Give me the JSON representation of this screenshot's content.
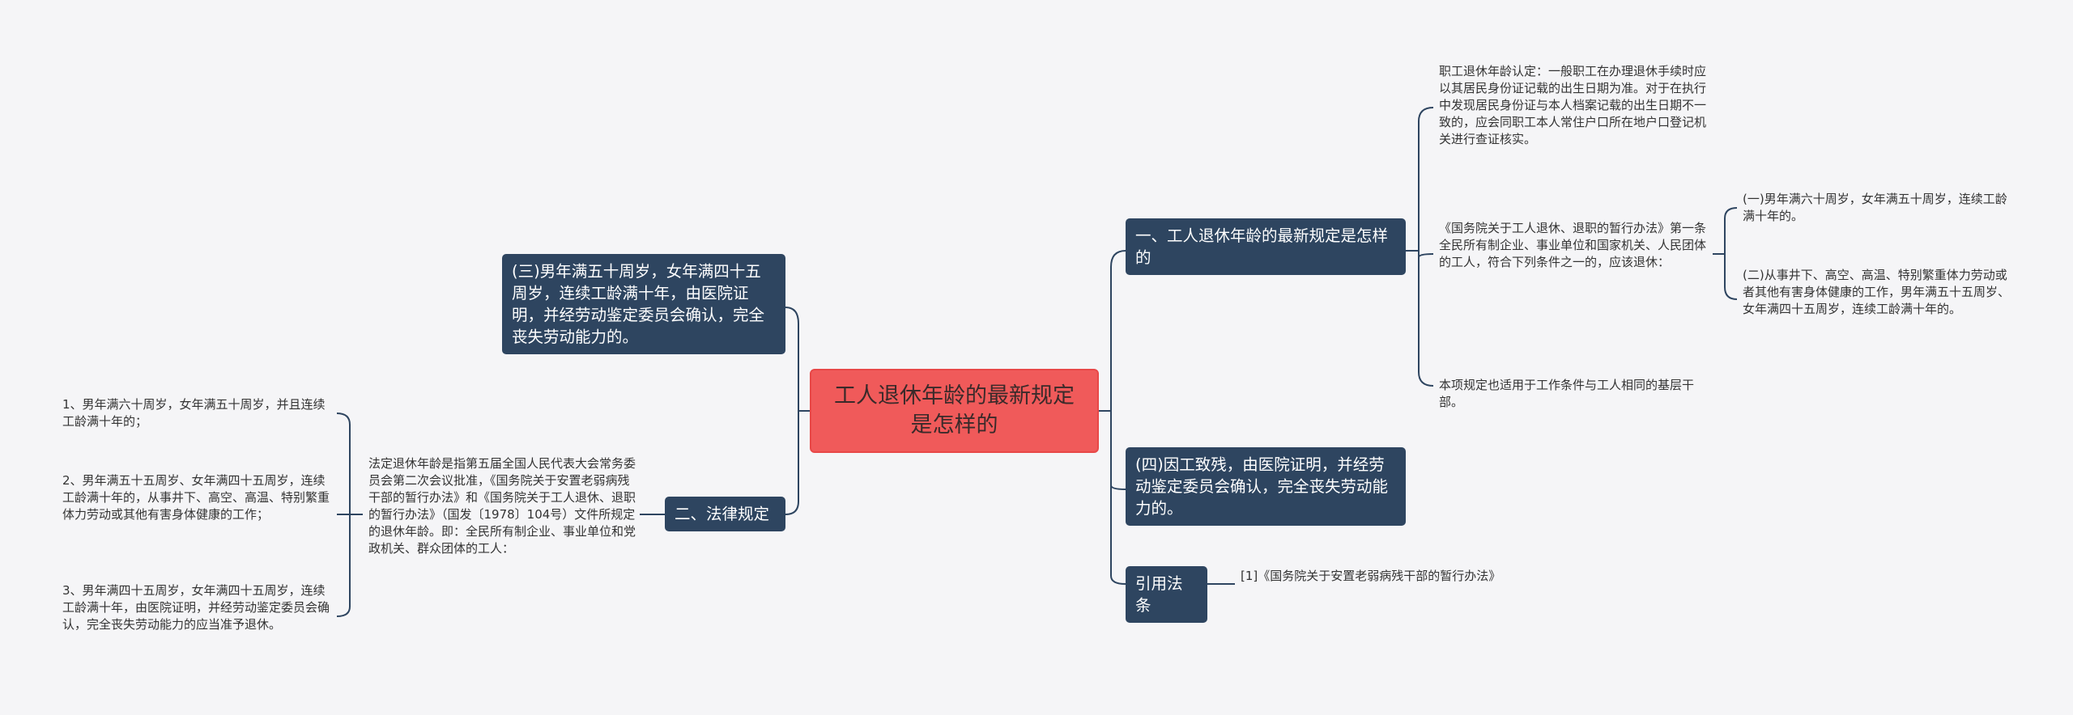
{
  "root": {
    "label": "工人退休年龄的最新规定是怎样的"
  },
  "right": {
    "b1": {
      "label": "一、工人退休年龄的最新规定是怎样的",
      "t1": "职工退休年龄认定：一般职工在办理退休手续时应以其居民身份证记载的出生日期为准。对于在执行中发现居民身份证与本人档案记载的出生日期不一致的，应会同职工本人常住户口所在地户口登记机关进行查证核实。",
      "t2": "《国务院关于工人退休、退职的暂行办法》第一条 全民所有制企业、事业单位和国家机关、人民团体的工人，符合下列条件之一的，应该退休：",
      "t2a": "(一)男年满六十周岁，女年满五十周岁，连续工龄满十年的。",
      "t2b": "(二)从事井下、高空、高温、特别繁重体力劳动或者其他有害身体健康的工作，男年满五十五周岁、女年满四十五周岁，连续工龄满十年的。",
      "t3": "本项规定也适用于工作条件与工人相同的基层干部。"
    },
    "b2": {
      "label": "(四)因工致残，由医院证明，并经劳动鉴定委员会确认，完全丧失劳动能力的。"
    },
    "b3": {
      "label": "引用法条",
      "t1": "[1]《国务院关于安置老弱病残干部的暂行办法》"
    }
  },
  "left": {
    "b1": {
      "label": "(三)男年满五十周岁，女年满四十五周岁，连续工龄满十年，由医院证明，并经劳动鉴定委员会确认，完全丧失劳动能力的。"
    },
    "b2": {
      "label": "二、法律规定",
      "t1": "法定退休年龄是指第五届全国人民代表大会常务委员会第二次会议批准，《国务院关于安置老弱病残干部的暂行办法》和《国务院关于工人退休、退职的暂行办法》（国发〔1978〕104号）文件所规定的退休年龄。即：全民所有制企业、事业单位和党政机关、群众团体的工人：",
      "i1": "1、男年满六十周岁，女年满五十周岁，并且连续工龄满十年的；",
      "i2": "2、男年满五十五周岁、女年满四十五周岁，连续工龄满十年的，从事井下、高空、高温、特别繁重体力劳动或其他有害身体健康的工作；",
      "i3": "3、男年满四十五周岁，女年满四十五周岁，连续工龄满十年，由医院证明，并经劳动鉴定委员会确认，完全丧失劳动能力的应当准予退休。"
    }
  },
  "colors": {
    "root": "#f05a5a",
    "branch": "#2e4560",
    "line": "#2e4560"
  }
}
